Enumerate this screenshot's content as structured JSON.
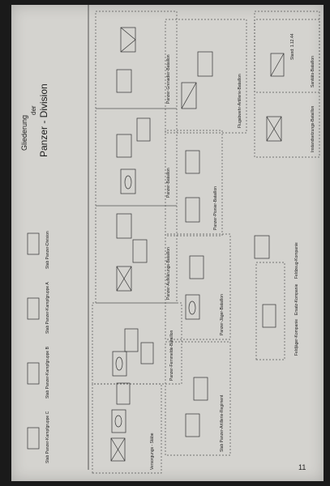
{
  "heading": {
    "line1": "Gliederung",
    "line2": "der",
    "line3": "Panzer - Division"
  },
  "date_note": "Stand: 1.12.44",
  "page_number": "11",
  "hq_units": [
    {
      "text": "Stab Panzer-Division"
    },
    {
      "text": "Stab Panzer-Kampfgruppe A"
    },
    {
      "text": "Stab Panzer-Kampfgruppe B"
    },
    {
      "text": "Stab Panzer-Kampfgruppe C"
    }
  ],
  "sections": [
    {
      "name": "Versorgungs - Stäbe"
    },
    {
      "name": "Panzer-Fernmelde-Bataillon"
    },
    {
      "name": "Panzer-Aufklärungs-Bataillon"
    },
    {
      "name": "Panzer-Bataillon"
    },
    {
      "name": "Panzer-Grenadier-Bataillon"
    },
    {
      "name": "Stab Panzer-Artillerie-Regiment"
    },
    {
      "name": "Panzer-Jäger-Bataillon"
    },
    {
      "name": "Panzer-Pionier-Bataillon"
    },
    {
      "name": "Flugabwehr-Artillerie-Bataillon"
    },
    {
      "name": "Sanitäts-Bataillon"
    },
    {
      "name": "Instandsetzungs-Bataillon"
    }
  ],
  "companies": [
    {
      "name": "Feldjäger-Kompanie"
    },
    {
      "name": "Ersatz-Kompanie"
    },
    {
      "name": "Feldzeug-Kompanie"
    }
  ]
}
